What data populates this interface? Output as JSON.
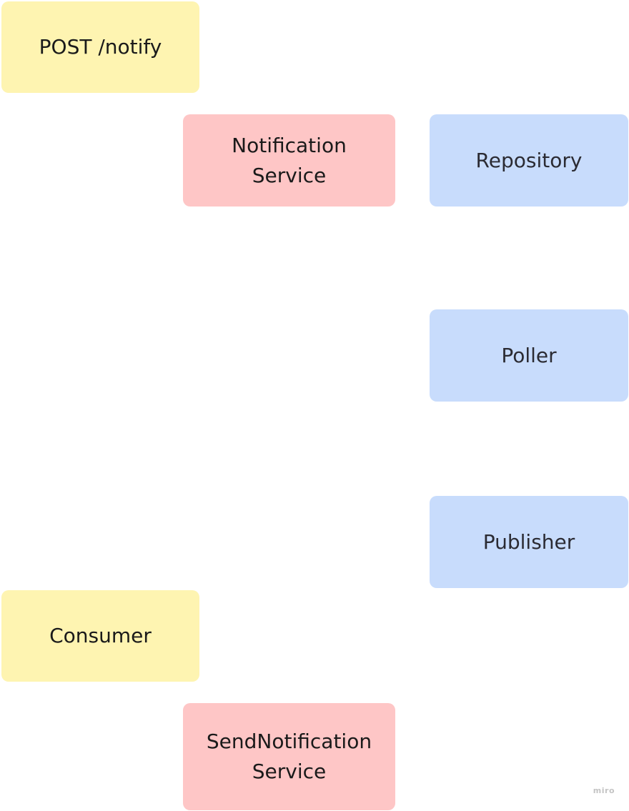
{
  "cards": {
    "post_notify": "POST /notify",
    "notification_service": "Notification\nService",
    "repository": "Repository",
    "poller": "Poller",
    "publisher": "Publisher",
    "consumer": "Consumer",
    "send_notification_service": "SendNotification\nService"
  },
  "watermark": "miro",
  "colors": {
    "yellow": "#fef4b1",
    "red": "#fec6c6",
    "blue": "#c8dcfc",
    "text": "#1a1a1a"
  }
}
